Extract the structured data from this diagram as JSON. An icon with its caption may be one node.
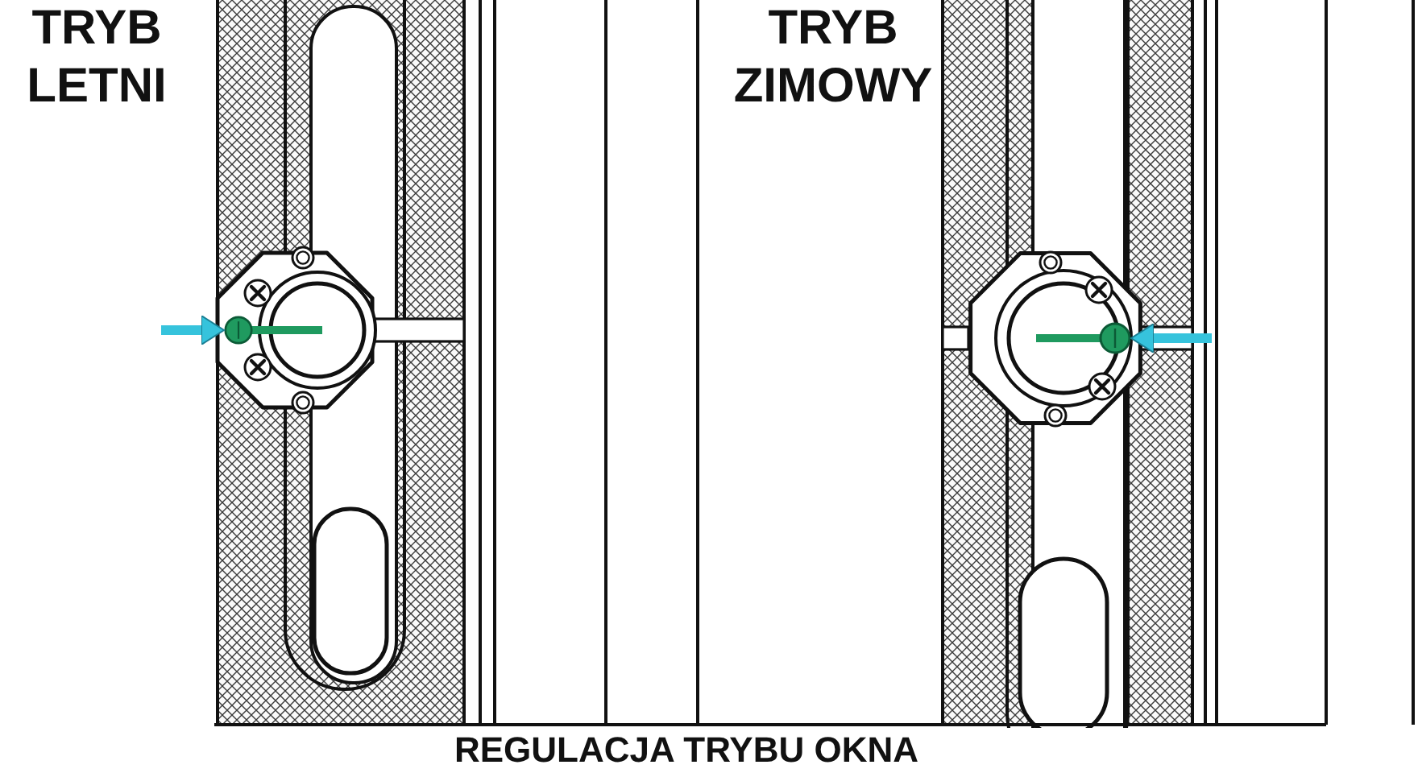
{
  "diagram": {
    "caption": "REGULACJA TRYBU OKNA",
    "nodes": [
      {
        "text": [],
        "shape": "circle"
      },
      {
        "text": [],
        "shape": "circle"
      }
    ],
    "edges": [
      {
        "from": null,
        "to": 0,
        "arrow": "to"
      },
      {
        "from": null,
        "to": 1,
        "arrow": "to"
      }
    ],
    "labels": [
      "TRYB LETNI",
      "TRYB ZIMOWY"
    ]
  }
}
